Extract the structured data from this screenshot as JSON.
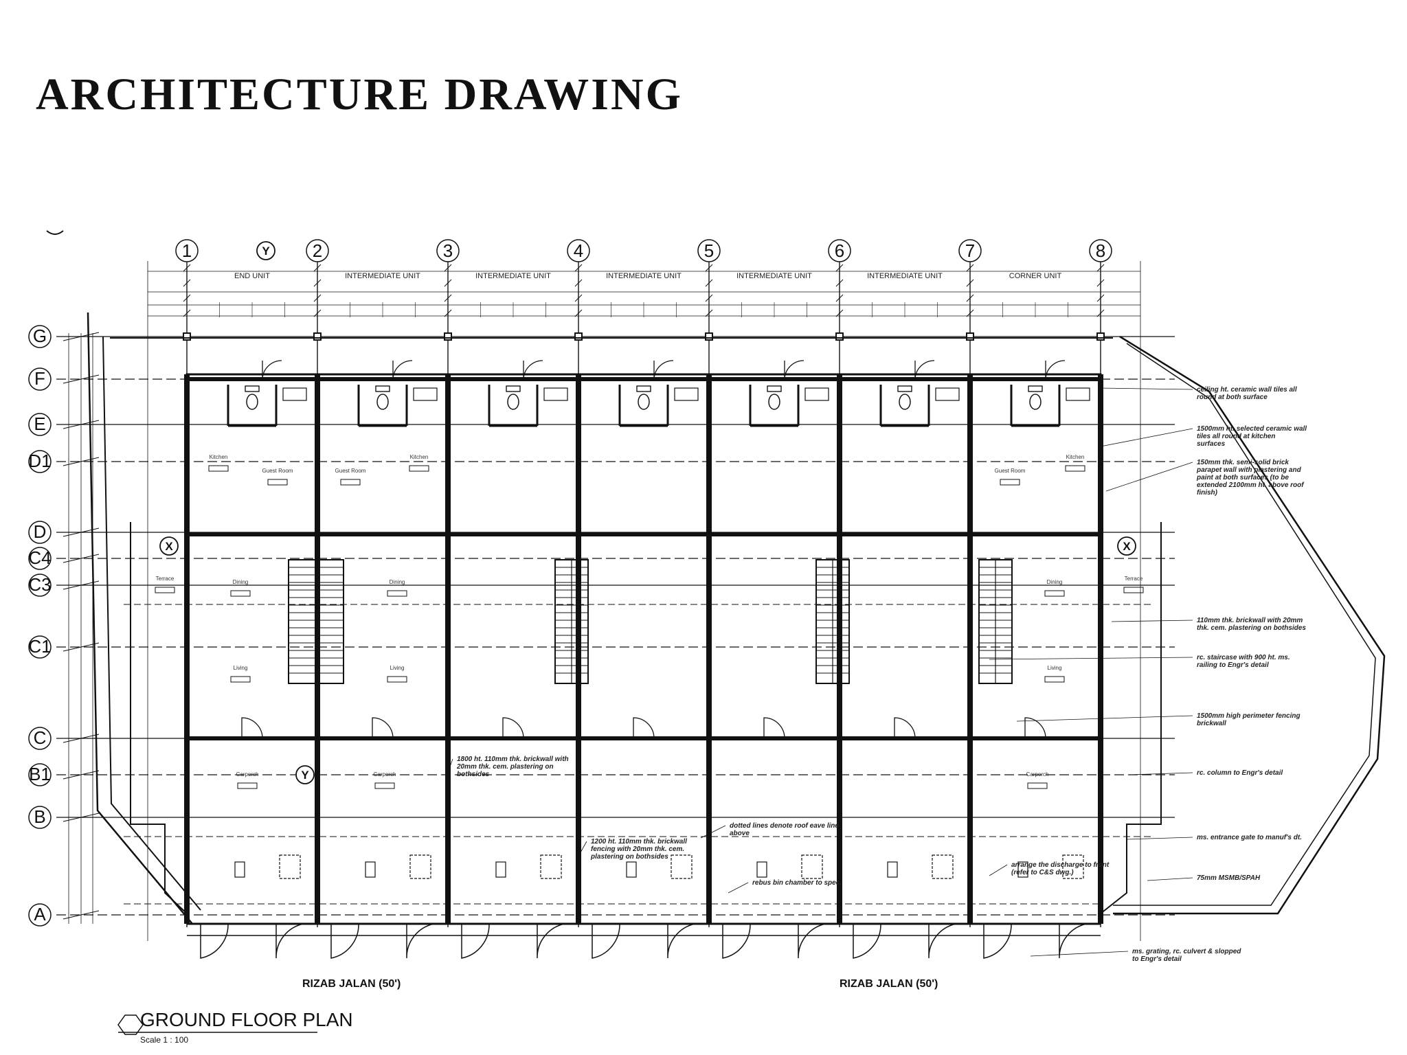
{
  "slide": {
    "title": "Architecture Drawing"
  },
  "grid": {
    "columns": [
      "1",
      "2",
      "3",
      "4",
      "5",
      "6",
      "7",
      "8"
    ],
    "rows": [
      "G",
      "F",
      "E",
      "D1",
      "D",
      "C4",
      "C3",
      "C1",
      "C",
      "B1",
      "B",
      "A"
    ],
    "section_markers": [
      "Y",
      "X",
      "Y",
      "X"
    ]
  },
  "units": [
    "END UNIT",
    "INTERMEDIATE UNIT",
    "INTERMEDIATE UNIT",
    "INTERMEDIATE UNIT",
    "INTERMEDIATE UNIT",
    "INTERMEDIATE UNIT",
    "CORNER UNIT"
  ],
  "rooms": {
    "kitchen": "Kitchen",
    "guest_room": "Guest Room",
    "dining": "Dining",
    "living": "Living",
    "terrace": "Terrace",
    "carporch": "Carporch"
  },
  "notes": [
    "ceiling ht. ceramic wall tiles all round at both surface",
    "1500mm ht. selected ceramic wall tiles all round at kitchen surfaces",
    "150mm thk. semi-solid brick parapet wall with plastering and paint at both surfaces (to be extended 2100mm ht. above roof finish)",
    "110mm thk. brickwall with 20mm thk. cem. plastering on bothsides",
    "rc. staircase with 900 ht. ms. railing to Engr's detail",
    "1500mm high perimeter fencing brickwall",
    "rc. column to Engr's detail",
    "ms. entrance gate to manuf's dt.",
    "1800 ht. 110mm thk. brickwall with 20mm thk. cem. plastering on bothsides",
    "1200 ht. 110mm thk. brickwall fencing with 20mm thk. cem. plastering on bothsides",
    "dotted lines denote roof eave line above",
    "rebus bin chamber to spec.",
    "arrange the discharge to front (refer to C&S dwg.)",
    "75mm MSMB/SPAH",
    "ms. grating, rc. culvert & slopped to Engr's detail"
  ],
  "road": {
    "label": "RIZAB JALAN (50')"
  },
  "plan": {
    "title": "GROUND FLOOR PLAN",
    "scale": "Scale  1 : 100"
  }
}
